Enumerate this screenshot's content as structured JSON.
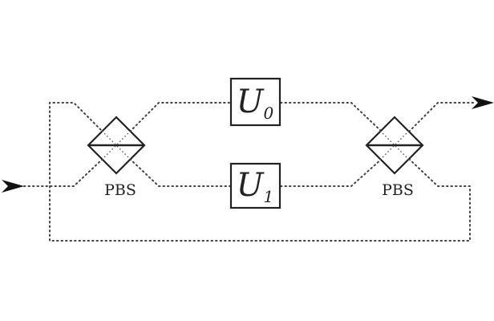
{
  "diagram": {
    "unitaries": [
      {
        "symbol": "U",
        "subscript": "0"
      },
      {
        "symbol": "U",
        "subscript": "1"
      }
    ],
    "splitters": [
      {
        "label": "PBS"
      },
      {
        "label": "PBS"
      }
    ],
    "colors": {
      "stroke": "#222222",
      "path": "#444444",
      "background": "#ffffff"
    }
  }
}
